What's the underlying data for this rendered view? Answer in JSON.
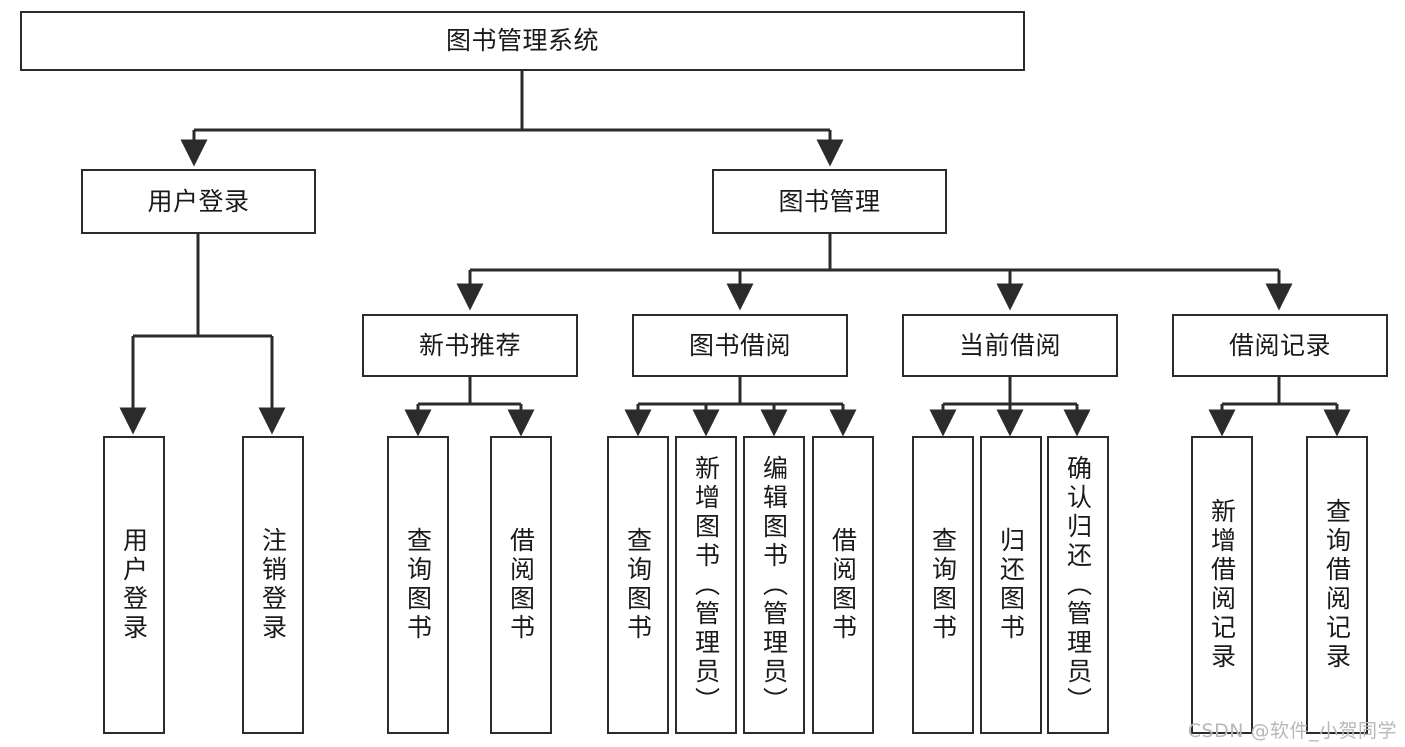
{
  "diagram": {
    "type": "tree-hierarchy",
    "title": "图书管理系统",
    "orientation": "top-down",
    "root": {
      "id": "root",
      "label": "图书管理系统"
    },
    "level2": [
      {
        "id": "user-login",
        "label": "用户登录"
      },
      {
        "id": "book-manage",
        "label": "图书管理"
      }
    ],
    "level3": [
      {
        "id": "new-book-rec",
        "label": "新书推荐",
        "parent": "book-manage"
      },
      {
        "id": "book-borrow",
        "label": "图书借阅",
        "parent": "book-manage"
      },
      {
        "id": "current-borrow",
        "label": "当前借阅",
        "parent": "book-manage"
      },
      {
        "id": "borrow-record",
        "label": "借阅记录",
        "parent": "book-manage"
      }
    ],
    "leaves": [
      {
        "id": "leaf-user-login",
        "label": "用户登录",
        "parent": "user-login"
      },
      {
        "id": "leaf-logout",
        "label": "注销登录",
        "parent": "user-login"
      },
      {
        "id": "leaf-query-book-1",
        "label": "查询图书",
        "parent": "new-book-rec"
      },
      {
        "id": "leaf-borrow-book-1",
        "label": "借阅图书",
        "parent": "new-book-rec"
      },
      {
        "id": "leaf-query-book-2",
        "label": "查询图书",
        "parent": "book-borrow"
      },
      {
        "id": "leaf-add-book",
        "label": "新增图书（管理员）",
        "parent": "book-borrow"
      },
      {
        "id": "leaf-edit-book",
        "label": "编辑图书（管理员）",
        "parent": "book-borrow"
      },
      {
        "id": "leaf-borrow-book-2",
        "label": "借阅图书",
        "parent": "book-borrow"
      },
      {
        "id": "leaf-query-book-3",
        "label": "查询图书",
        "parent": "current-borrow"
      },
      {
        "id": "leaf-return-book",
        "label": "归还图书",
        "parent": "current-borrow"
      },
      {
        "id": "leaf-confirm-return",
        "label": "确认归还（管理员）",
        "parent": "current-borrow"
      },
      {
        "id": "leaf-add-record",
        "label": "新增借阅记录",
        "parent": "borrow-record"
      },
      {
        "id": "leaf-query-record",
        "label": "查询借阅记录",
        "parent": "borrow-record"
      }
    ],
    "colors": {
      "stroke": "#2b2b2b",
      "fill": "#ffffff",
      "text": "#1a1a1a",
      "watermark": "#b8b8b8"
    }
  },
  "watermark": {
    "text": "CSDN @软件_小贺同学"
  }
}
